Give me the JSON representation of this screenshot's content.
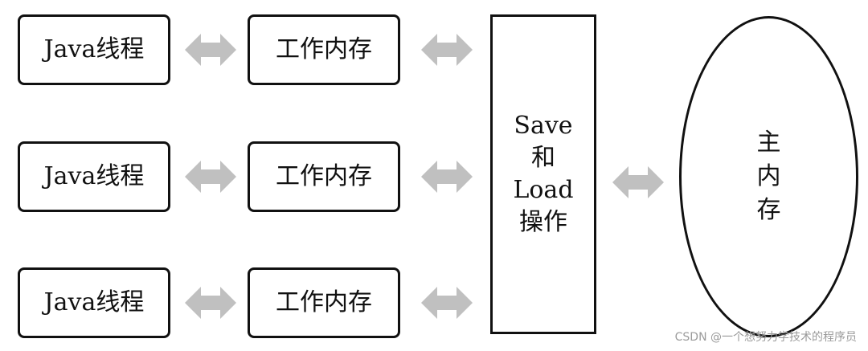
{
  "threads": [
    {
      "label": "Java线程"
    },
    {
      "label": "Java线程"
    },
    {
      "label": "Java线程"
    }
  ],
  "working_memories": [
    {
      "label": "工作内存"
    },
    {
      "label": "工作内存"
    },
    {
      "label": "工作内存"
    }
  ],
  "operations": {
    "lines": [
      "Save",
      "和",
      "Load",
      "操作"
    ]
  },
  "main_memory": {
    "lines": [
      "主",
      "内",
      "存"
    ]
  },
  "arrow_color": "#c0c0c0",
  "watermark": "CSDN @一个想努力学技术的程序员"
}
